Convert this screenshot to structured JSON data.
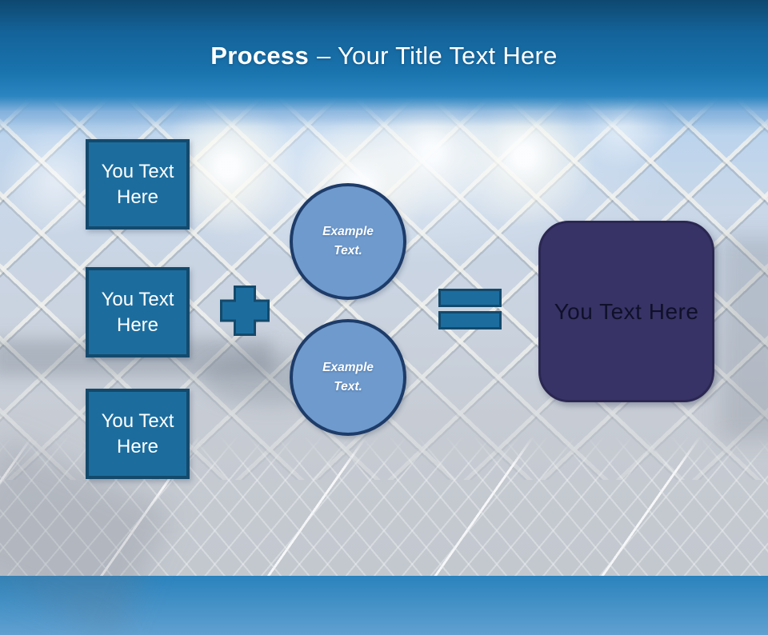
{
  "slide": {
    "header": {
      "title_bold": "Process",
      "title_rest": "– Your Title Text Here"
    },
    "boxes": [
      {
        "label": "You Text Here"
      },
      {
        "label": "You Text Here"
      },
      {
        "label": "You Text Here"
      }
    ],
    "circles": [
      {
        "label": "Example Text."
      },
      {
        "label": "Example Text."
      }
    ],
    "result_box": {
      "label": "You Text Here"
    },
    "icons": {
      "plus": "plus-icon",
      "equals": "equals-icon"
    },
    "colors": {
      "header_top": "#0e486f",
      "header_main": "#1a74ae",
      "box_fill": "#1c6d9e",
      "box_border": "#14496b",
      "circle_fill": "#6e9acd",
      "circle_border": "#1e3c69",
      "result_fill": "#373366",
      "result_text": "#10102a",
      "title_text": "#ffffff",
      "background_sky": "#bcd4ed",
      "background_gray": "#c4c9d0"
    }
  }
}
